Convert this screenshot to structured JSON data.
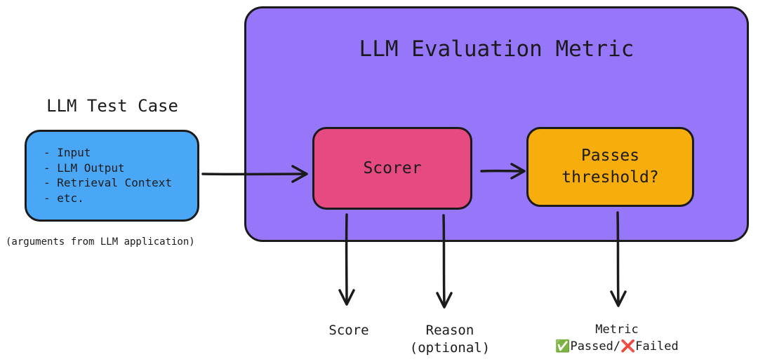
{
  "diagram": {
    "metric_panel": {
      "title": "LLM Evaluation Metric"
    },
    "test_case": {
      "title": "LLM Test Case",
      "items": [
        "Input",
        "LLM Output",
        "Retrieval Context",
        "etc."
      ],
      "note": "(arguments from LLM application)"
    },
    "scorer": {
      "label": "Scorer"
    },
    "threshold": {
      "label": "Passes threshold?"
    },
    "outputs": {
      "score": "Score",
      "reason_line1": "Reason",
      "reason_line2": "(optional)",
      "metric_line1": "Metric",
      "passed": "Passed",
      "separator": "/",
      "failed": "Failed"
    },
    "colors": {
      "metric_panel": "#9676f9",
      "test_case_box": "#4aa7f5",
      "scorer_box": "#e64a80",
      "threshold_box": "#f7ad0c"
    }
  }
}
